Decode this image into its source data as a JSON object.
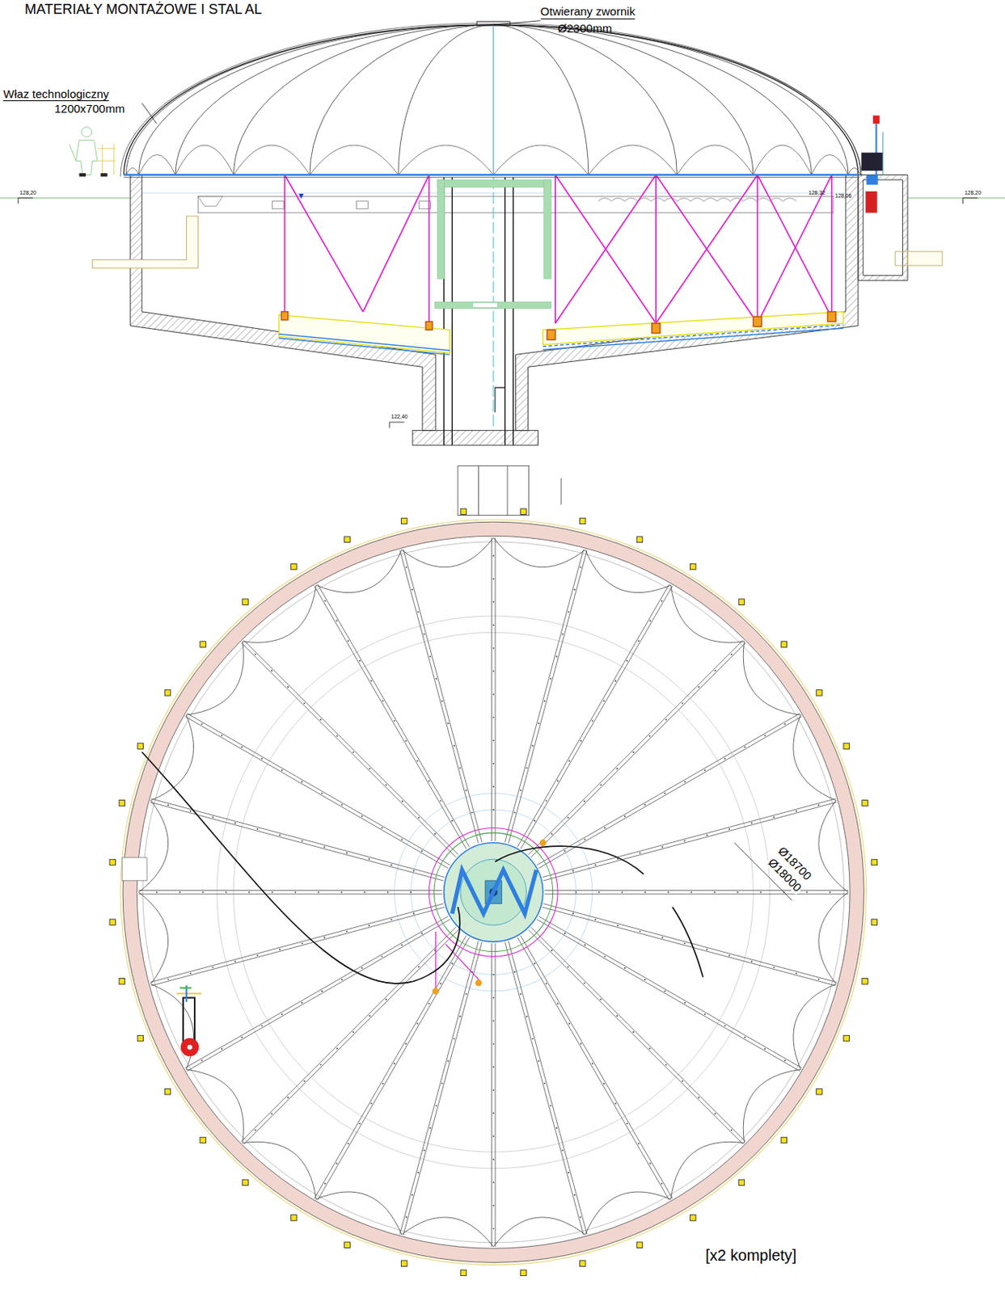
{
  "diagram": {
    "title": "MATERIAŁY MONTAŻOWE I STAL AL",
    "labels": [
      "Otwierany zwornik",
      "Ø2300mm",
      "Właz technologiczny",
      "1200x700mm",
      "128,20",
      "128,32",
      "128,06",
      "128,20",
      "122,40",
      "Ø18700",
      "Ø18000",
      "[x2 komplety]"
    ]
  }
}
